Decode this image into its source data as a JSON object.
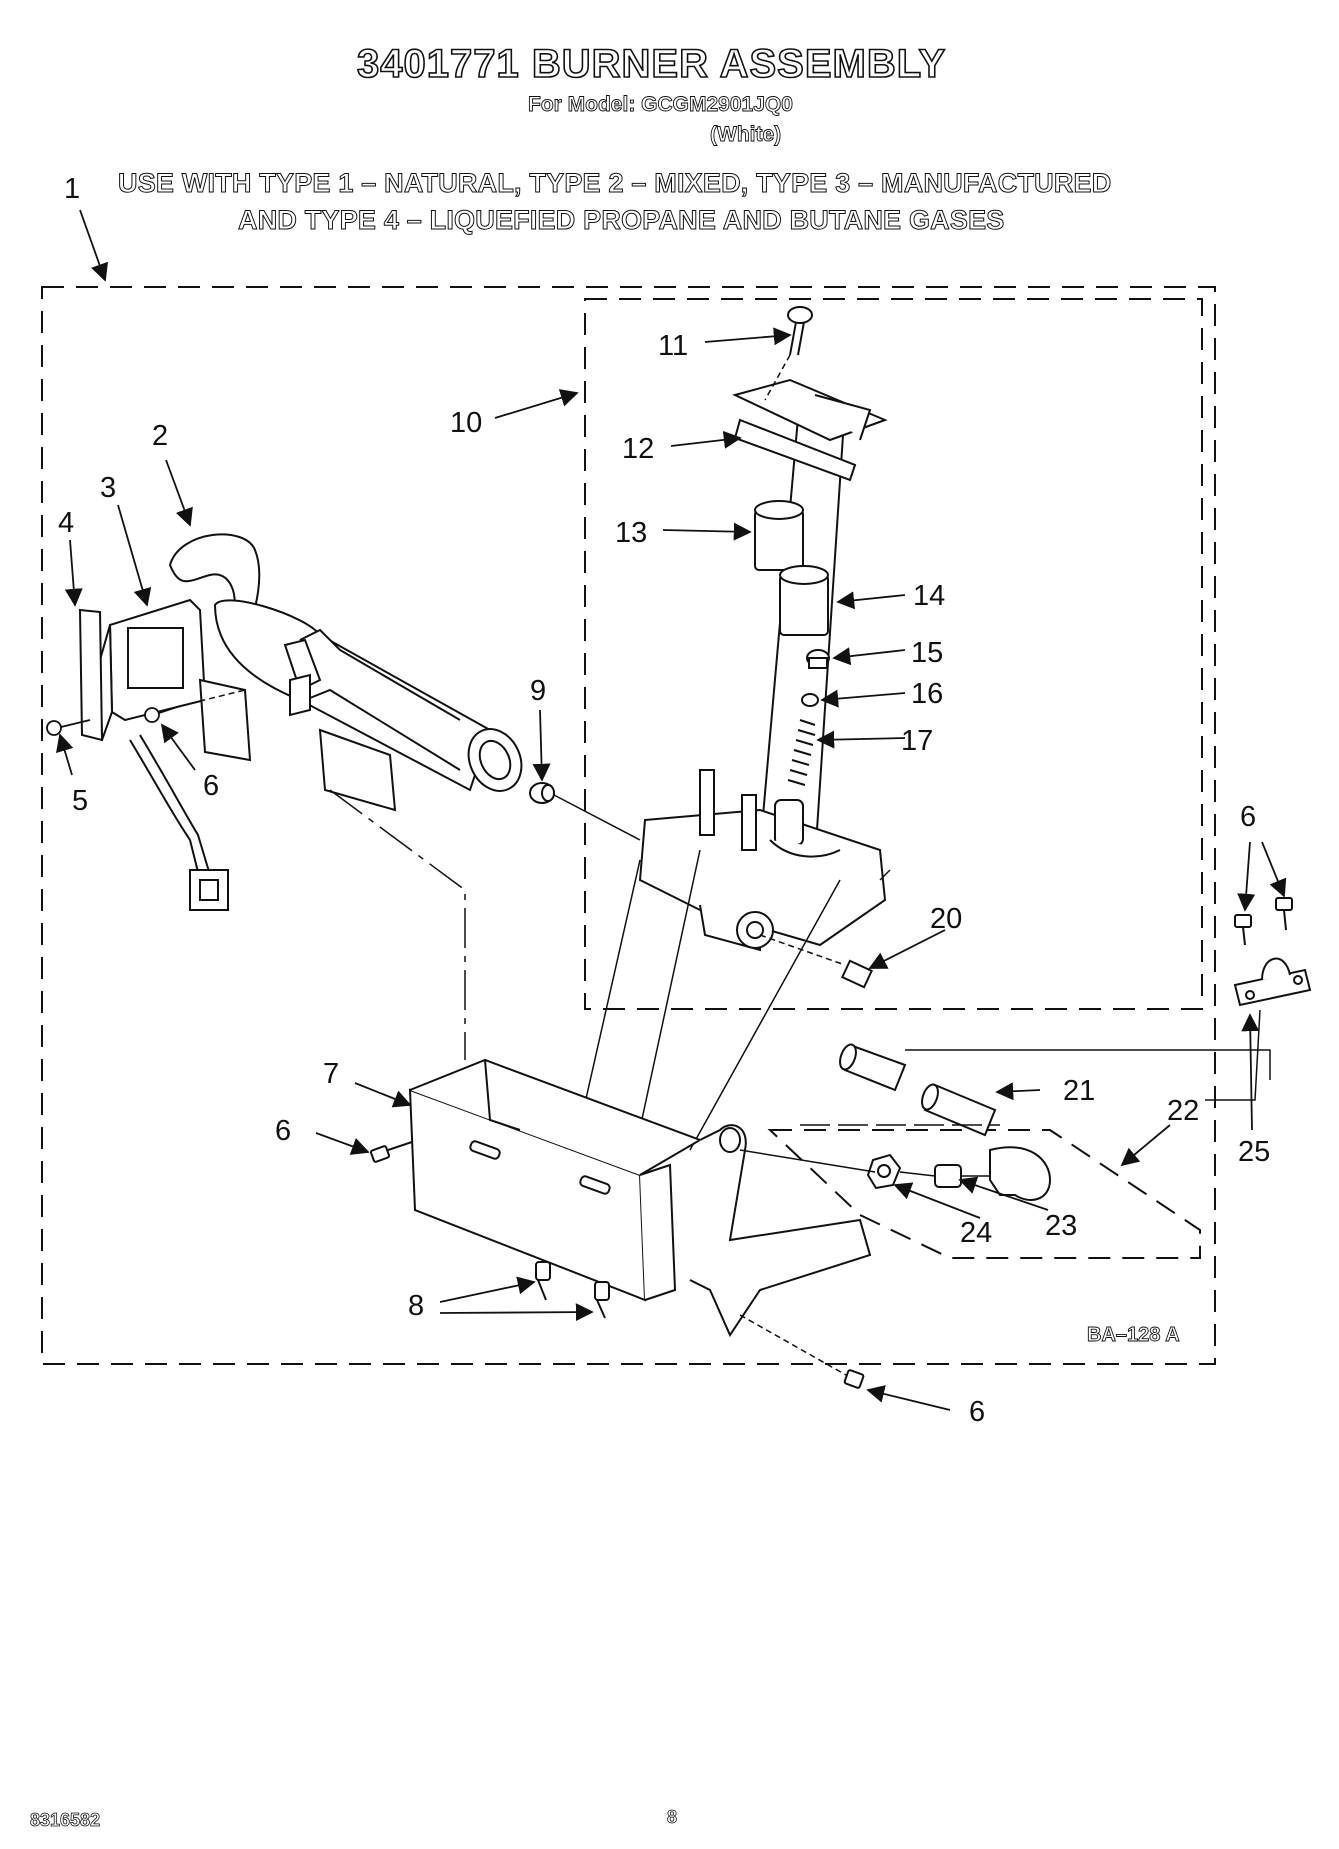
{
  "header": {
    "title": "3401771 BURNER ASSEMBLY",
    "model": "For Model: GCGM2901JQ0",
    "color": "(White)"
  },
  "note": {
    "line1": "USE WITH TYPE 1 – NATURAL, TYPE 2 – MIXED, TYPE 3 – MANUFACTURED",
    "line2": "AND TYPE 4 – LIQUEFIED PROPANE AND BUTANE GASES"
  },
  "callouts": {
    "c1": "1",
    "c2": "2",
    "c3": "3",
    "c4": "4",
    "c5": "5",
    "c6a": "6",
    "c6b": "6",
    "c6c": "6",
    "c6d": "6",
    "c7": "7",
    "c8": "8",
    "c9": "9",
    "c10": "10",
    "c11": "11",
    "c12": "12",
    "c13": "13",
    "c14": "14",
    "c15": "15",
    "c16": "16",
    "c17": "17",
    "c20": "20",
    "c21": "21",
    "c22": "22",
    "c23": "23",
    "c24": "24",
    "c25": "25"
  },
  "diagram_code": "BA–128 A",
  "footer": {
    "part_number": "8316582",
    "page": "8"
  }
}
